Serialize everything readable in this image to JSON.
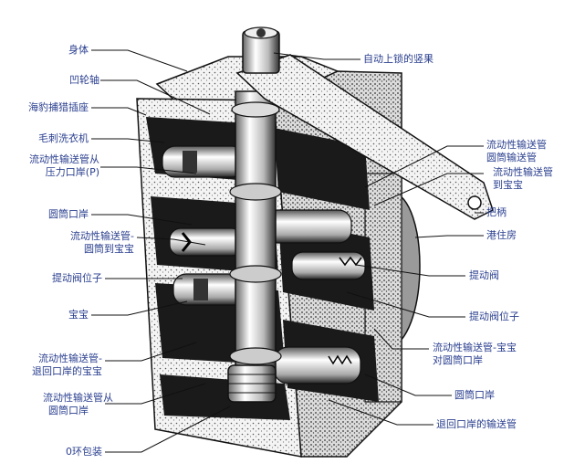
{
  "labels": {
    "body": "身体",
    "cam_shaft": "凹轮轴",
    "leopard_seat": "海豹捕猎插座",
    "bristle_washer": "毛刺洗衣机",
    "pressure_line_1": "流动性输送管从",
    "pressure_line_2": "压力口岸(P)",
    "cylinder_port_left": "圆筒口岸",
    "cyl_to_baby_1": "流动性输送管-",
    "cyl_to_baby_2": "圆筒到宝宝",
    "lift_poppet_left": "提动阀位子",
    "baby": "宝宝",
    "return_baby_1": "流动性输送管-",
    "return_baby_2": "退回口岸的宝宝",
    "from_cyl_1": "流动性输送管从",
    "from_cyl_2": "圆筒口岸",
    "o_ring": "0环包装",
    "auto_lock_bolt": "自动上锁的竖果",
    "top_conduit_1": "流动性输送管",
    "top_conduit_2": "圆筒输送管",
    "to_baby_1": "流动性输送管",
    "to_baby_2": "到宝宝",
    "handle": "把柄",
    "harbor_house": "港住房",
    "lift_valve": "提动阀",
    "lift_poppet_right": "提动阀位子",
    "baby_to_cyl_1": "流动性输送管-宝宝",
    "baby_to_cyl_2": "对圆筒口岸",
    "cylinder_port_right": "圆筒口岸",
    "return_conduit": "退回口岸的输送管"
  }
}
